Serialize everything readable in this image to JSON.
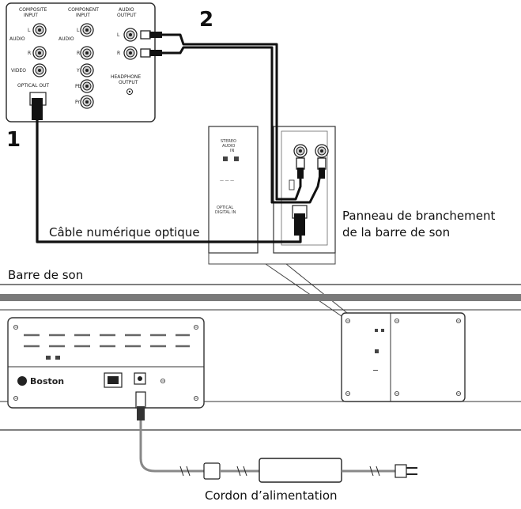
{
  "step_labels": {
    "one": "1",
    "two": "2"
  },
  "captions": {
    "optical_cable": "Câble numérique optique",
    "panel_line1": "Panneau de branchement",
    "panel_line2": "de la barre de son",
    "soundbar": "Barre de son",
    "power_cord": "Cordon d’alimentation"
  },
  "tv_panel": {
    "composite_input": [
      "COMPOSITE",
      "INPUT"
    ],
    "component_input": [
      "COMPONENT",
      "INPUT"
    ],
    "audio_output": [
      "AUDIO",
      "OUTPUT"
    ],
    "audio": "AUDIO",
    "audio2": "AUDIO",
    "video": "VIDEO",
    "optical_out": "OPTICAL OUT",
    "headphone_output": [
      "HEADPHONE",
      "OUTPUT"
    ],
    "jack_L": "L",
    "jack_R": "R",
    "jack_Y": "Y",
    "jack_Pb": "Pb",
    "jack_Pr": "Pr"
  },
  "soundbar_panel": {
    "stereo_audio": [
      "STEREO",
      "AUDIO",
      "IN"
    ],
    "optical_digital_in": [
      "OPTICAL",
      "DIGITAL IN"
    ],
    "brand": "Boston"
  },
  "colors": {
    "cable": "#111111",
    "panel_stroke": "#333333",
    "stripe": "#7a7a7a",
    "power_cord": "#888888"
  },
  "icons": [
    "rca-jack-icon",
    "optical-connector-icon",
    "power-plug-icon",
    "power-brick-icon"
  ]
}
